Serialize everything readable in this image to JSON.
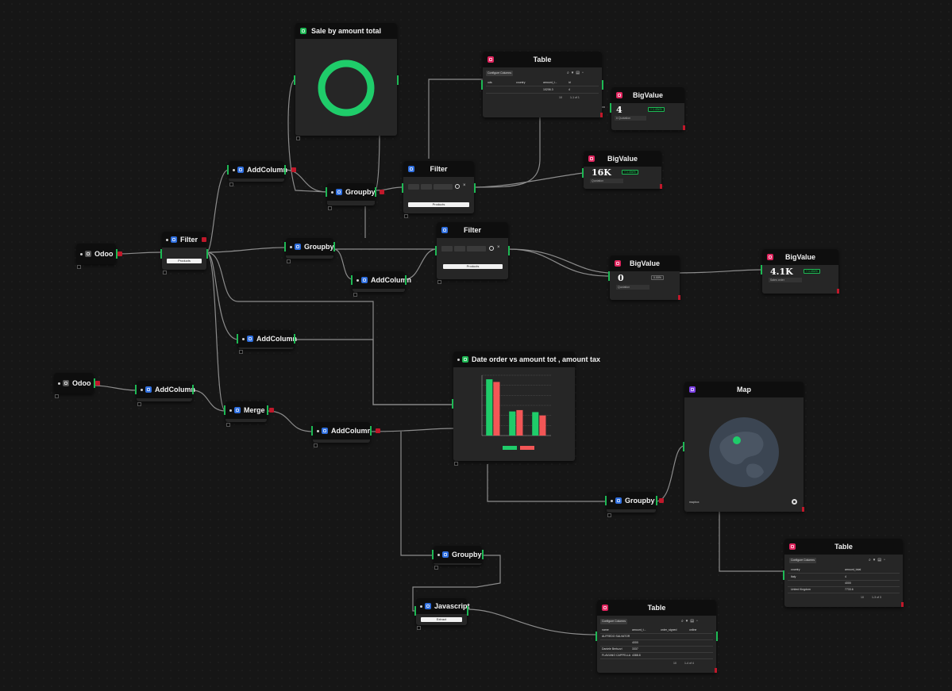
{
  "nodes": {
    "odoo1": {
      "title": "Odoo"
    },
    "odoo2": {
      "title": "Odoo"
    },
    "filter_main": {
      "title": "Filter",
      "button": "Products"
    },
    "addcol_top": {
      "title": "AddColumn"
    },
    "groupby_top": {
      "title": "Groupby"
    },
    "groupby_mid": {
      "title": "Groupby"
    },
    "addcol_mid": {
      "title": "AddColumn"
    },
    "addcol_3": {
      "title": "AddColumn"
    },
    "addcol_4": {
      "title": "AddColumn"
    },
    "merge": {
      "title": "Merge"
    },
    "addcol_5": {
      "title": "AddColumn"
    },
    "groupby_low": {
      "title": "Groupby"
    },
    "javascript": {
      "title": "Javascript",
      "button": "Extract"
    },
    "groupby_map": {
      "title": "Groupby"
    },
    "filter_top": {
      "title": "Filter",
      "button": "Products"
    },
    "filter_mid": {
      "title": "Filter",
      "button": "Products"
    },
    "donut": {
      "title": "Sale by amount total"
    },
    "table_top": {
      "title": "Table",
      "config": "Configure Columns",
      "columns": [
        "ods",
        "country",
        "amount_t...",
        "id"
      ],
      "rows": [
        [
          "",
          "",
          "10206.3",
          "4"
        ]
      ],
      "rows_per_page": "10",
      "pager": "1-1 of 1"
    },
    "table_right": {
      "title": "Table",
      "config": "Configure Columns",
      "columns": [
        "country",
        "amount_total"
      ],
      "rows": [
        [
          "Italy",
          "4"
        ],
        [
          "",
          "4000"
        ],
        [
          "United Kingdom",
          "7733.6"
        ]
      ],
      "rows_per_page": "10",
      "pager": "1-3 of 3"
    },
    "table_bottom": {
      "title": "Table",
      "config": "Configure Columns",
      "columns": [
        "name",
        "amount_t...",
        "order_signed",
        "online"
      ],
      "rows": [
        [
          "ALFREDO SALVATOR",
          "",
          "",
          ""
        ],
        [
          "",
          "4000",
          "",
          ""
        ],
        [
          "Daniele Bertuzzi",
          "3337",
          "",
          ""
        ],
        [
          "FLAVIANO CAPPELLA",
          "4388.8",
          "",
          ""
        ]
      ],
      "rows_per_page": "10",
      "pager": "1-4 of 4"
    },
    "bigvalue_1": {
      "title": "BigValue",
      "value": "4",
      "delta": "+ 1.45e%",
      "label": "# Quotation"
    },
    "bigvalue_2": {
      "title": "BigValue",
      "value": "16K",
      "delta": "+ 1.45e%",
      "label": "Quotation"
    },
    "bigvalue_3": {
      "title": "BigValue",
      "value": "0",
      "delta": "0.00%",
      "label": "Quotation"
    },
    "bigvalue_4": {
      "title": "BigValue",
      "value": "4.1K",
      "delta": "+ 1.45e%",
      "label": "Sales order"
    },
    "chart": {
      "title": "Date order vs amount tot , amount tax"
    },
    "map": {
      "title": "Map",
      "attribution": "mapbox"
    }
  },
  "chart_data": {
    "type": "bar",
    "title": "Date order vs amount tot , amount tax",
    "categories": [
      "",
      "",
      ""
    ],
    "series": [
      {
        "values": [
          8.4,
          3.6,
          3.5
        ]
      },
      {
        "values": [
          8.0,
          3.8,
          3.0
        ]
      }
    ],
    "ylim": [
      0,
      9
    ],
    "colors": [
      "#1fcc6a",
      "#f25656"
    ],
    "grid": true,
    "legend": "bottom"
  },
  "colors": {
    "accent_green": "#1db954",
    "edge": "#8a8a8a",
    "alert_red": "#c0182a"
  }
}
